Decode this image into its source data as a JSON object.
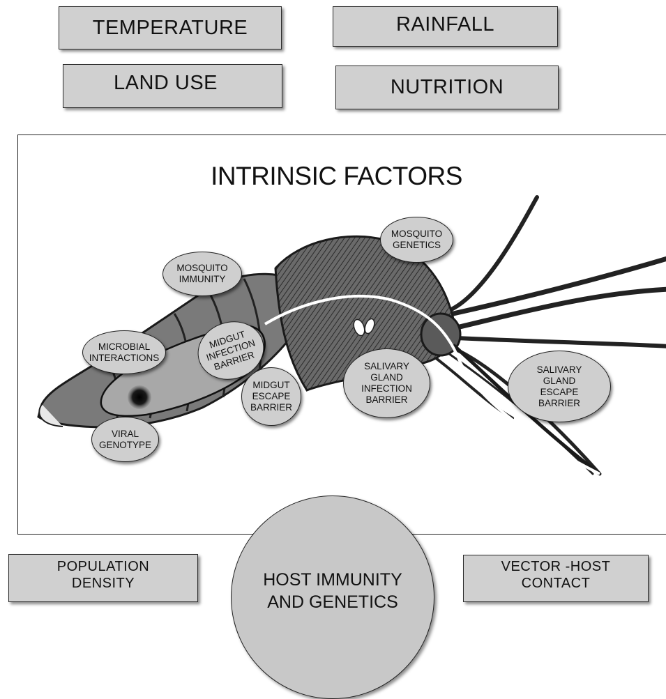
{
  "extrinsic_factors": {
    "temperature": "TEMPERATURE",
    "rainfall": "RAINFALL",
    "land_use": "LAND USE",
    "nutrition": "NUTRITION",
    "population_density": "POPULATION\nDENSITY",
    "vector_host_contact": "VECTOR -HOST\nCONTACT"
  },
  "intrinsic": {
    "title": "INTRINSIC FACTORS",
    "factors": {
      "mosquito_genetics": "MOSQUITO\nGENETICS",
      "mosquito_immunity": "MOSQUITO\nIMMUNITY",
      "microbial_interactions": "MICROBIAL\nINTERACTIONS",
      "midgut_infection_barrier": "MIDGUT\nINFECTION\nBARRIER",
      "midgut_escape_barrier": "MIDGUT\nESCAPE\nBARRIER",
      "salivary_gland_infection_barrier": "SALIVARY\nGLAND\nINFECTION\nBARRIER",
      "salivary_gland_escape_barrier": "SALIVARY\nGLAND\nESCAPE\nBARRIER",
      "viral_genotype": "VIRAL\nGENOTYPE"
    }
  },
  "host": {
    "label": "HOST IMMUNITY\nAND GENETICS"
  },
  "colors": {
    "box_fill": "#d0d0d0",
    "factor_fill": "#cfcfcf",
    "midgut_fill": "#a8a8a8",
    "mosquito_body": "#4a4a4a"
  }
}
